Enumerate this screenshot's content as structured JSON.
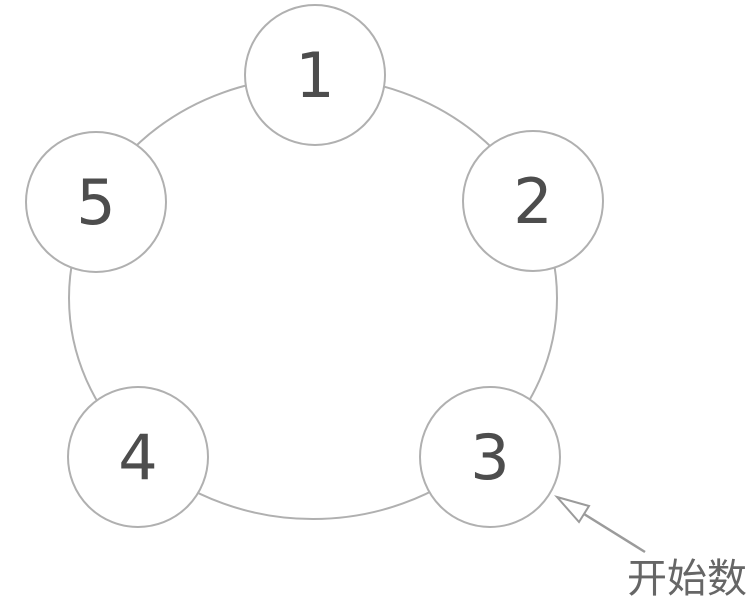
{
  "figure": {
    "nodes": [
      {
        "label": "1"
      },
      {
        "label": "2"
      },
      {
        "label": "3"
      },
      {
        "label": "4"
      },
      {
        "label": "5"
      }
    ],
    "annotation": {
      "label": "开始数",
      "target_node": "3"
    },
    "colors": {
      "background": "#ffffff",
      "ring_stroke": "#b0b0b0",
      "node_fill": "#ffffff",
      "node_stroke": "#b0b0b0",
      "number_text": "#4d4d4d",
      "arrow": "#9b9b9b",
      "annotation_text": "#666666"
    }
  }
}
